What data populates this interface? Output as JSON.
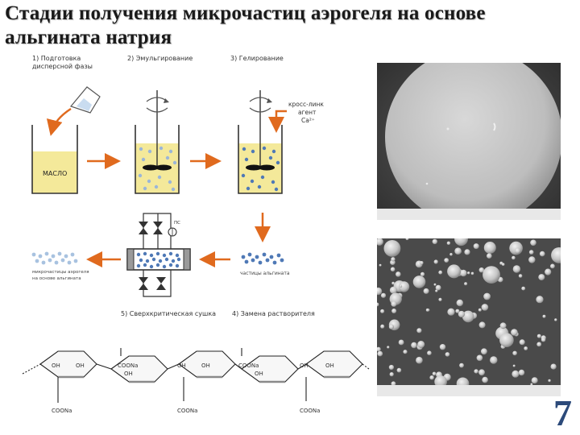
{
  "slide": {
    "title_line1": "Стадии получения микрочастиц аэрогеля на основе",
    "title_line2": "альгината натрия",
    "page_number": "7"
  },
  "steps": {
    "s1_line1": "1) Подготовка",
    "s1_line2": "дисперсной фазы",
    "s2": "2) Эмульгирование",
    "s3": "3) Гелирование",
    "s4": "4) Замена растворителя",
    "s5": "5) Сверхкритическая сушка"
  },
  "labels": {
    "oil": "МАСЛО",
    "crosslink_line1": "кросс-линк",
    "crosslink_line2": "агент",
    "crosslink_ion": "Ca²⁺",
    "gel_particles": "частицы альгината",
    "aerogel_line1": "микрочастицы аэрогеля",
    "aerogel_line2": "на основе альгината",
    "pressure_mark": "ПС"
  },
  "chem": {
    "oh": "OH",
    "coona": "COONa"
  },
  "colors": {
    "arrow": "#e06a1e",
    "oil_fill": "#f4e99a",
    "bead_blue": "#4f79b6",
    "title_text": "#1a1a1a",
    "page_number": "#2c4a7a"
  }
}
